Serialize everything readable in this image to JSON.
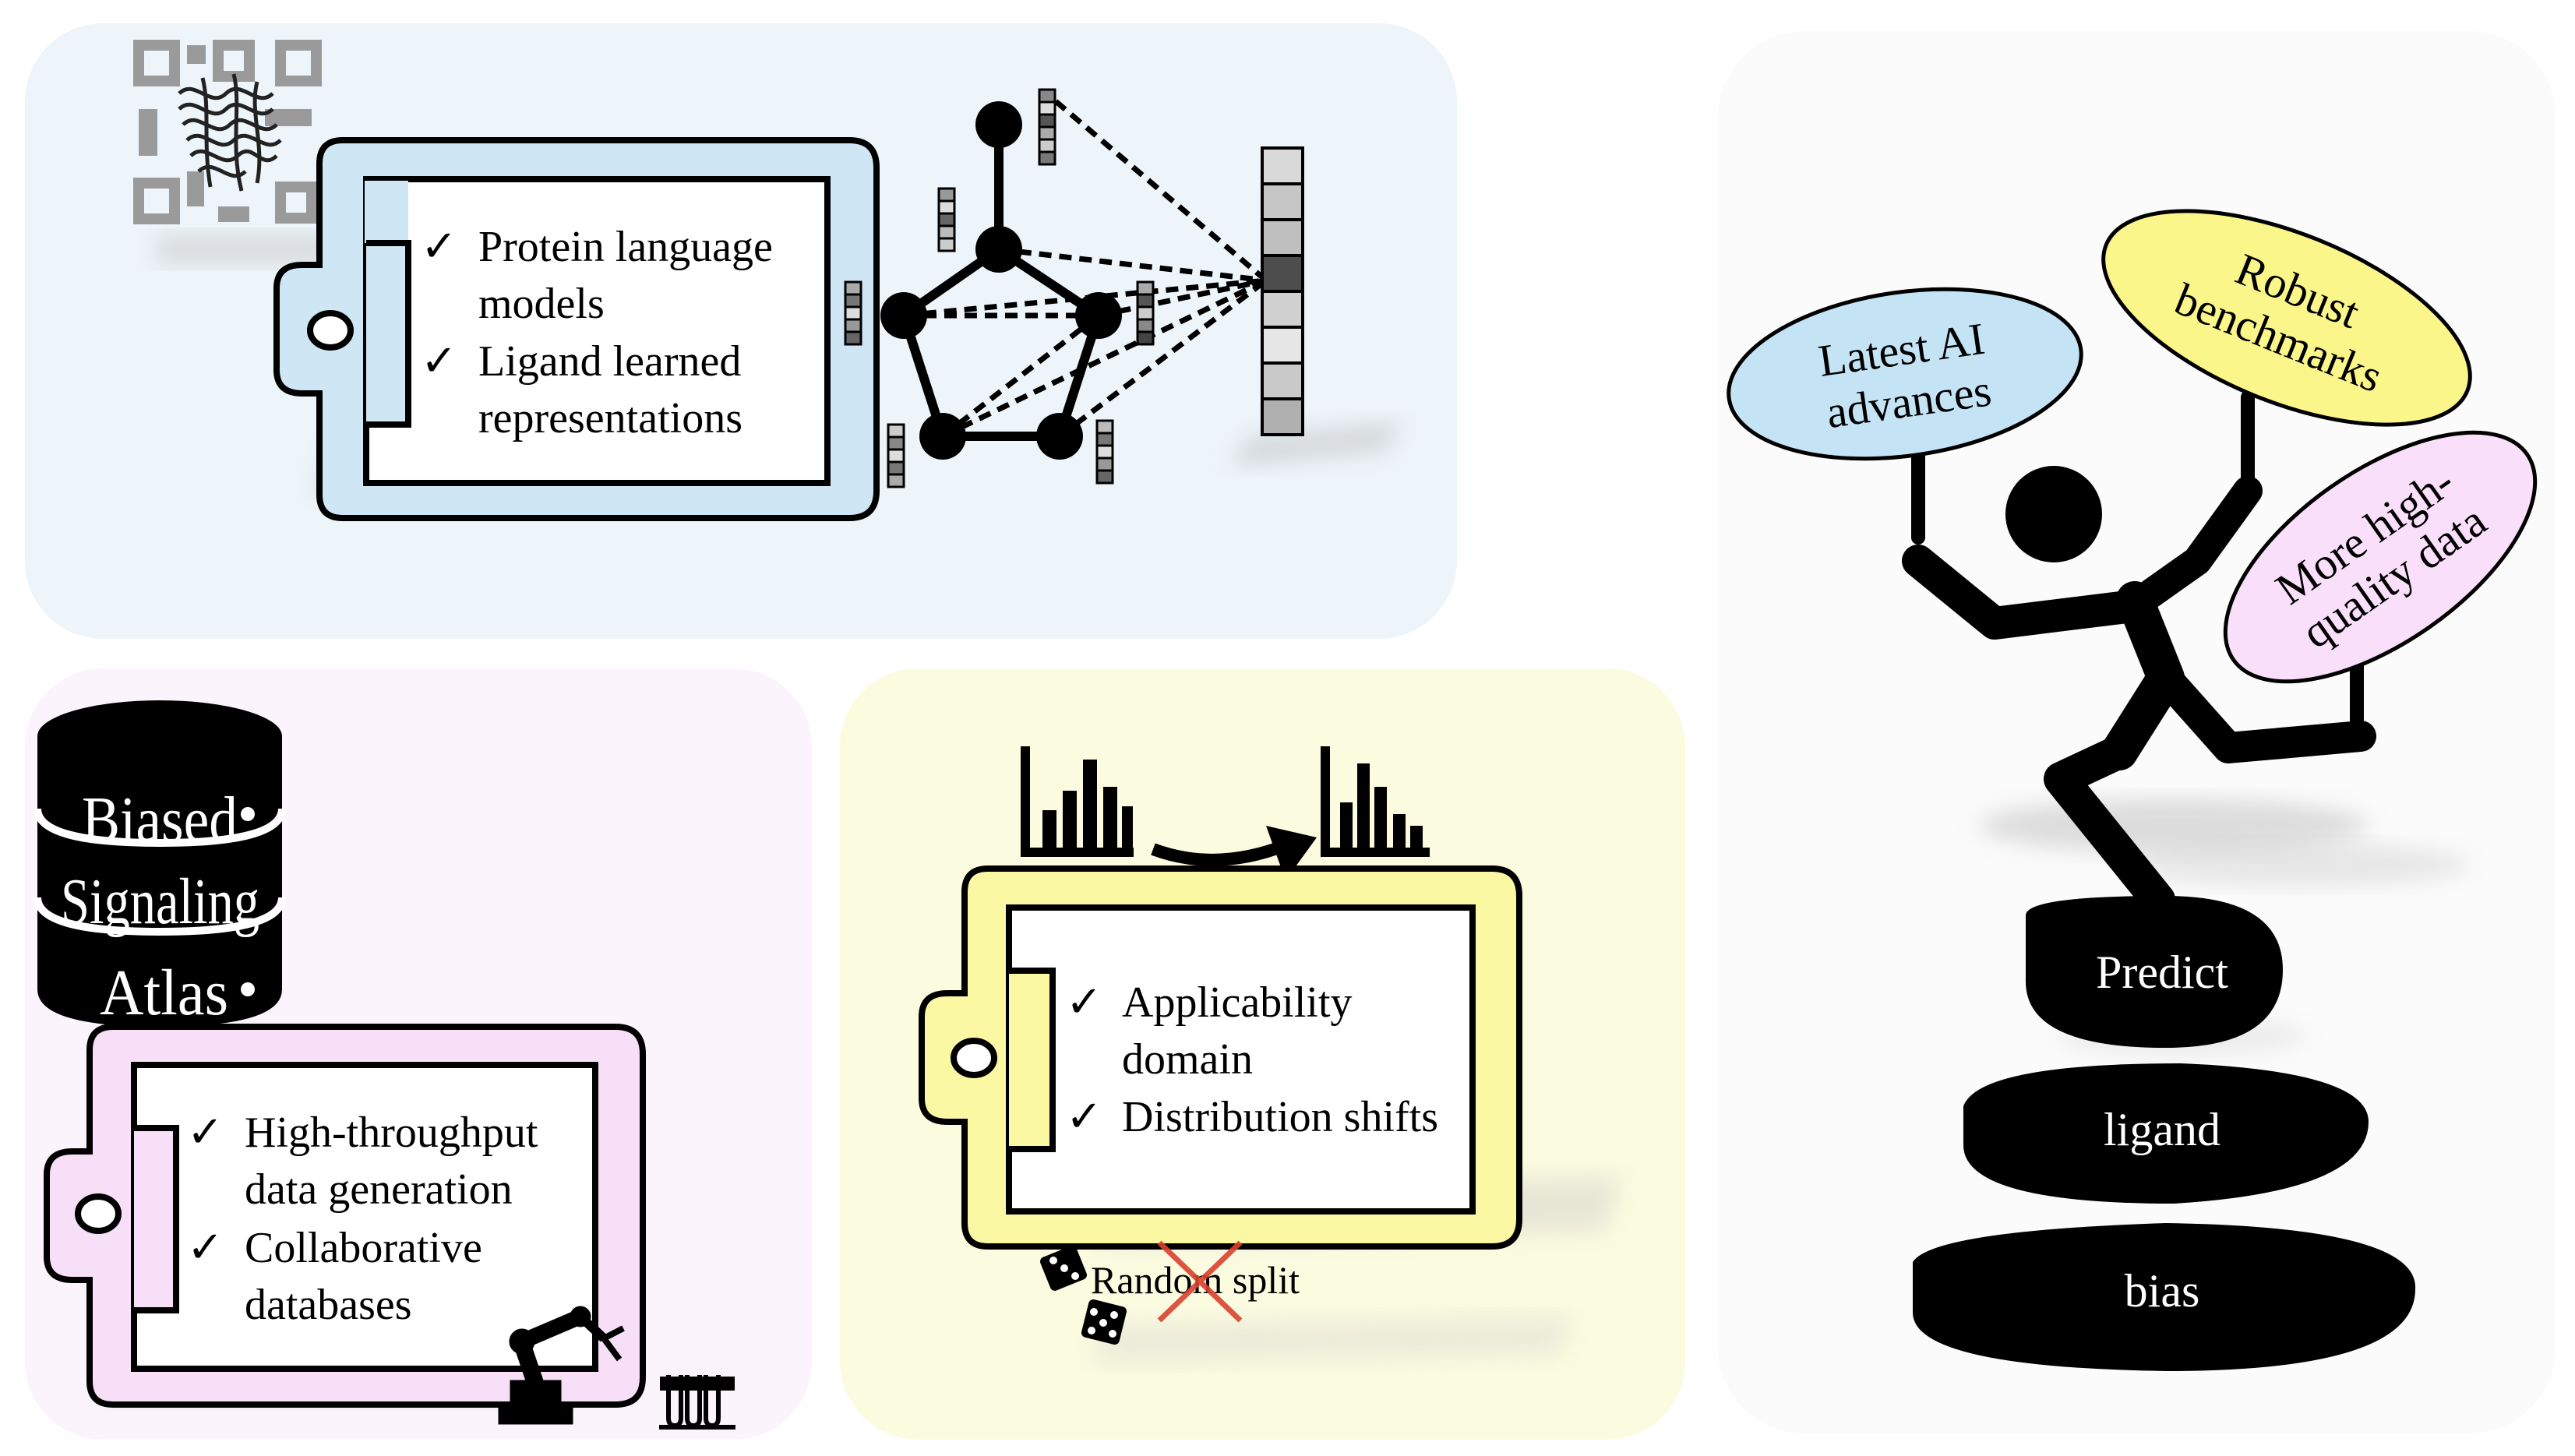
{
  "panels": {
    "representations": {
      "bg_color": "#eef5fa",
      "frame_color": "#cfe6f5",
      "checklist": [
        {
          "check": "✓",
          "line1": "Protein language",
          "line2": "models"
        },
        {
          "check": "✓",
          "line1": "Ligand learned",
          "line2": "representations"
        }
      ]
    },
    "data": {
      "bg_color": "#fcf4fc",
      "frame_color": "#f8dff8",
      "database": {
        "line1": "Biased",
        "line2": "Signaling",
        "line3": "Atlas"
      },
      "checklist": [
        {
          "check": "✓",
          "line1": "High-throughput",
          "line2": "data generation"
        },
        {
          "check": "✓",
          "line1": "Collaborative",
          "line2": "databases"
        }
      ]
    },
    "benchmarks": {
      "bg_color": "#fbfbe0",
      "frame_color": "#fbf8a3",
      "checklist": [
        {
          "check": "✓",
          "line1": "Applicability",
          "line2": "domain"
        },
        {
          "check": "✓",
          "line1": "Distribution shifts",
          "line2": ""
        }
      ],
      "random_split_label": "Random split"
    }
  },
  "juggler": {
    "balloons": [
      {
        "line1": "Latest AI",
        "line2": "advances",
        "color": "#c4e3f5"
      },
      {
        "line1": "Robust",
        "line2": "benchmarks",
        "color": "#fbf689"
      },
      {
        "line1": "More high-",
        "line2": "quality  data",
        "color": "#f9dff9"
      }
    ],
    "stones": [
      "Predict",
      "ligand",
      "bias"
    ]
  }
}
